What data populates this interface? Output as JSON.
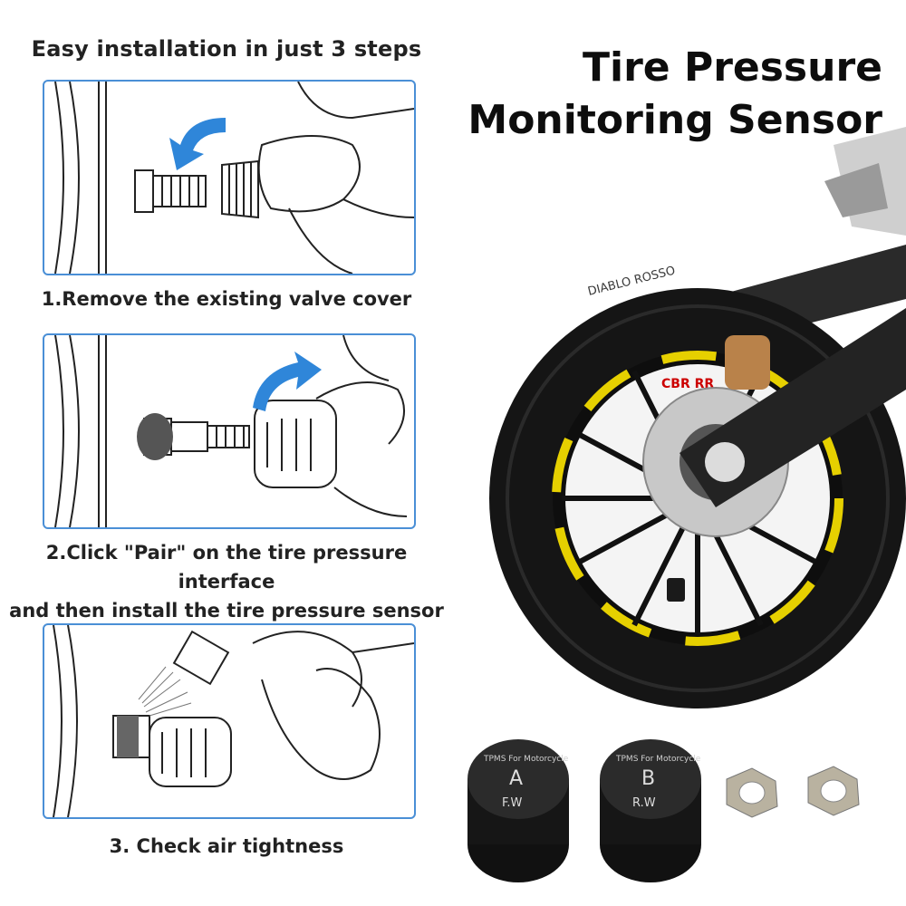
{
  "steps_heading": "Easy installation in just 3 steps",
  "title_line1": "Tire Pressure",
  "title_line2": "Monitoring Sensor",
  "steps": [
    {
      "caption": "1.Remove the existing valve cover"
    },
    {
      "caption_line1": "2.Click \"Pair\" on the tire pressure interface",
      "caption_line2": "and then install the tire pressure sensor"
    },
    {
      "caption": "3. Check air tightness"
    }
  ],
  "tire": {
    "sidewall_text": "DIABLO ROSSO",
    "rim_logo": "CBR RR"
  },
  "sensors": [
    {
      "ring_text": "TPMS For Motorcycle",
      "letter": "A",
      "position": "F.W"
    },
    {
      "ring_text": "TPMS For Motorcycle",
      "letter": "B",
      "position": "R.W"
    }
  ],
  "colors": {
    "panel_border": "#4a8fd6",
    "arrow_blue": "#2f86d9",
    "rim_stripe": "#e6d000",
    "tire_black": "#151515"
  }
}
